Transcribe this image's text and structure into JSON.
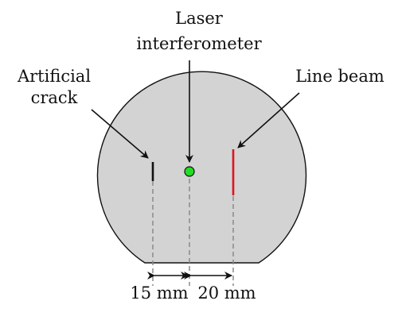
{
  "labels": {
    "laser_line1": "Laser",
    "laser_line2": "interferometer",
    "crack_line1": "Artificial",
    "crack_line2": "crack",
    "line_beam": "Line beam",
    "dim_left": "15 mm",
    "dim_right": "20 mm"
  },
  "colors": {
    "specimen_fill": "#d3d3d3",
    "outline": "#111111",
    "crack": "#111111",
    "laser_point": "#22dd22",
    "line_beam": "#e0141e",
    "dashed_guides": "#8a8a8a"
  }
}
